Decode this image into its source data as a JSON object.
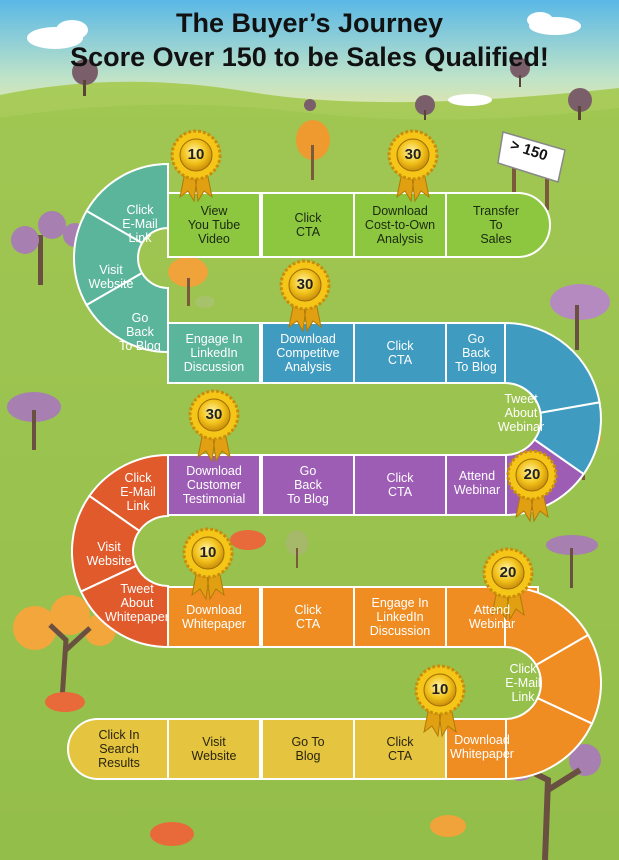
{
  "title": {
    "line1": "The Buyer’s Journey",
    "line2": "Score Over 150 to be Sales Qualified!"
  },
  "sign": {
    "text": "> 150"
  },
  "colors": {
    "row1": "#8dc63f",
    "row2": "#5bb59a",
    "row2b": "#3f9bbf",
    "row3": "#9e5db5",
    "row4_left": "#e05a2b",
    "row4": "#ef8c22",
    "row5": "#e5c53f",
    "border": "#ffffff",
    "badge_gold": "#f5c518",
    "badge_ribbon": "#e0a012",
    "grass": "#8cb84a",
    "sky": "#6ec3e8"
  },
  "steps": [
    {
      "id": "r1c1",
      "label": "View\nYou Tube\nVideo"
    },
    {
      "id": "r1c2",
      "label": "Click\nCTA"
    },
    {
      "id": "r1c3",
      "label": "Download\nCost-to-Own\nAnalysis"
    },
    {
      "id": "r1c4",
      "label": "Transfer\nTo\nSales"
    },
    {
      "id": "r1l1",
      "label": "Click\nE-Mail\nLink"
    },
    {
      "id": "r1l2",
      "label": "Visit\nWebsite"
    },
    {
      "id": "r1l3",
      "label": "Go\nBack\nTo Blog"
    },
    {
      "id": "r2c1",
      "label": "Engage In\nLinkedIn\nDiscussion"
    },
    {
      "id": "r2c2",
      "label": "Download\nCompetitve\nAnalysis"
    },
    {
      "id": "r2c3",
      "label": "Click\nCTA"
    },
    {
      "id": "r2c4",
      "label": "Go\nBack\nTo Blog"
    },
    {
      "id": "r2r1",
      "label": "Tweet\nAbout\nWebinar"
    },
    {
      "id": "r3r1",
      "label": "Attend\nWebinar"
    },
    {
      "id": "r3c3",
      "label": "Click\nCTA"
    },
    {
      "id": "r3c2",
      "label": "Go\nBack\nTo Blog"
    },
    {
      "id": "r3c1",
      "label": "Download\nCustomer\nTestimonial"
    },
    {
      "id": "r3l1",
      "label": "Click\nE-Mail\nLink"
    },
    {
      "id": "r3l2",
      "label": "Visit\nWebsite"
    },
    {
      "id": "r3l3",
      "label": "Tweet\nAbout\nWhitepaper"
    },
    {
      "id": "r4c1",
      "label": "Download\nWhitepaper"
    },
    {
      "id": "r4c2",
      "label": "Click\nCTA"
    },
    {
      "id": "r4c3",
      "label": "Engage In\nLinkedIn\nDiscussion"
    },
    {
      "id": "r4c4",
      "label": "Attend\nWebinar"
    },
    {
      "id": "r4r1",
      "label": "Click\nE-Mail\nLink"
    },
    {
      "id": "r4r2",
      "label": "Download\nWhitepaper"
    },
    {
      "id": "r5c4",
      "label": "Click\nCTA"
    },
    {
      "id": "r5c3",
      "label": "Go To\nBlog"
    },
    {
      "id": "r5c2",
      "label": "Visit\nWebsite"
    },
    {
      "id": "r5c1",
      "label": "Click In\nSearch\nResults"
    }
  ],
  "badges": [
    {
      "id": "b1",
      "value": "10"
    },
    {
      "id": "b2",
      "value": "30"
    },
    {
      "id": "b3",
      "value": "30"
    },
    {
      "id": "b4",
      "value": "30"
    },
    {
      "id": "b5",
      "value": "20"
    },
    {
      "id": "b6",
      "value": "10"
    },
    {
      "id": "b7",
      "value": "20"
    },
    {
      "id": "b8",
      "value": "10"
    }
  ]
}
